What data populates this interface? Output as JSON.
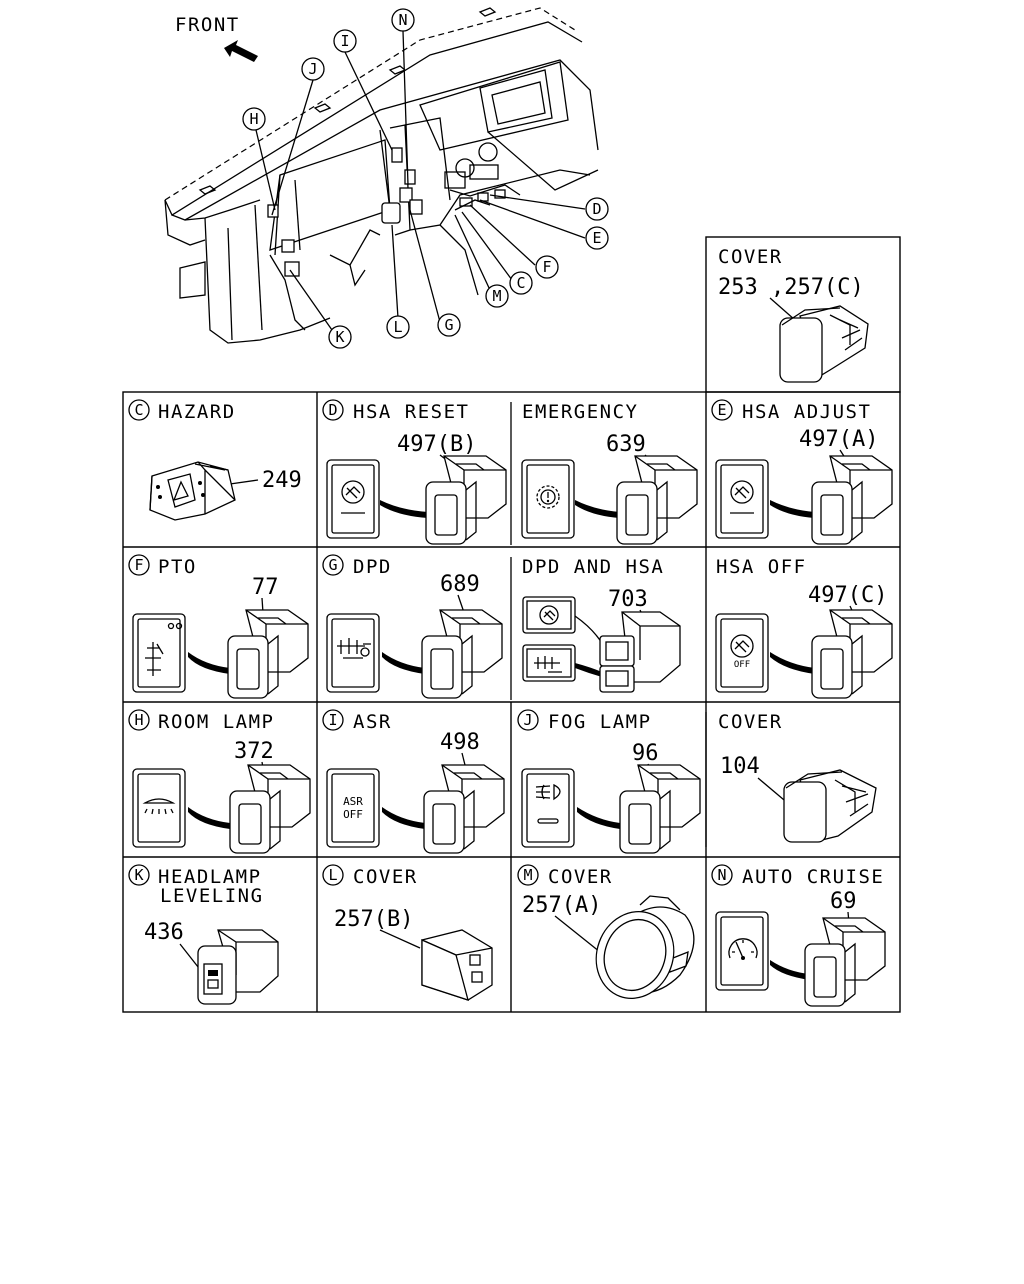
{
  "overview": {
    "front_label": "FRONT",
    "callouts": [
      "N",
      "I",
      "J",
      "H",
      "D",
      "E",
      "F",
      "C",
      "M",
      "G",
      "L",
      "K"
    ]
  },
  "cells": {
    "cover_top": {
      "title": "COVER",
      "part": "253 ,257(C)"
    },
    "hazard": {
      "letter": "C",
      "title": "HAZARD",
      "part": "249"
    },
    "hsa_reset": {
      "letter": "D",
      "title": "HSA RESET",
      "part": "497(B)"
    },
    "emergency": {
      "title": "EMERGENCY",
      "part": "639"
    },
    "hsa_adjust": {
      "letter": "E",
      "title": "HSA ADJUST",
      "part": "497(A)"
    },
    "pto": {
      "letter": "F",
      "title": "PTO",
      "part": "77"
    },
    "dpd": {
      "letter": "G",
      "title": "DPD",
      "part": "689"
    },
    "dpd_hsa": {
      "title": "DPD AND HSA",
      "part": "703"
    },
    "hsa_off": {
      "title": "HSA OFF",
      "part": "497(C)",
      "icon_text": "OFF"
    },
    "room_lamp": {
      "letter": "H",
      "title": "ROOM LAMP",
      "part": "372"
    },
    "asr": {
      "letter": "I",
      "title": "ASR",
      "part": "498",
      "icon_line1": "ASR",
      "icon_line2": "OFF"
    },
    "fog_lamp": {
      "letter": "J",
      "title": "FOG LAMP",
      "part": "96"
    },
    "cover_mid": {
      "title": "COVER",
      "part": "104"
    },
    "headlamp": {
      "letter": "K",
      "title_line1": "HEADLAMP",
      "title_line2": "LEVELING",
      "part": "436"
    },
    "cover_l": {
      "letter": "L",
      "title": "COVER",
      "part": "257(B)"
    },
    "cover_m": {
      "letter": "M",
      "title": "COVER",
      "part": "257(A)"
    },
    "auto_cruise": {
      "letter": "N",
      "title": "AUTO CRUISE",
      "part": "69"
    }
  }
}
